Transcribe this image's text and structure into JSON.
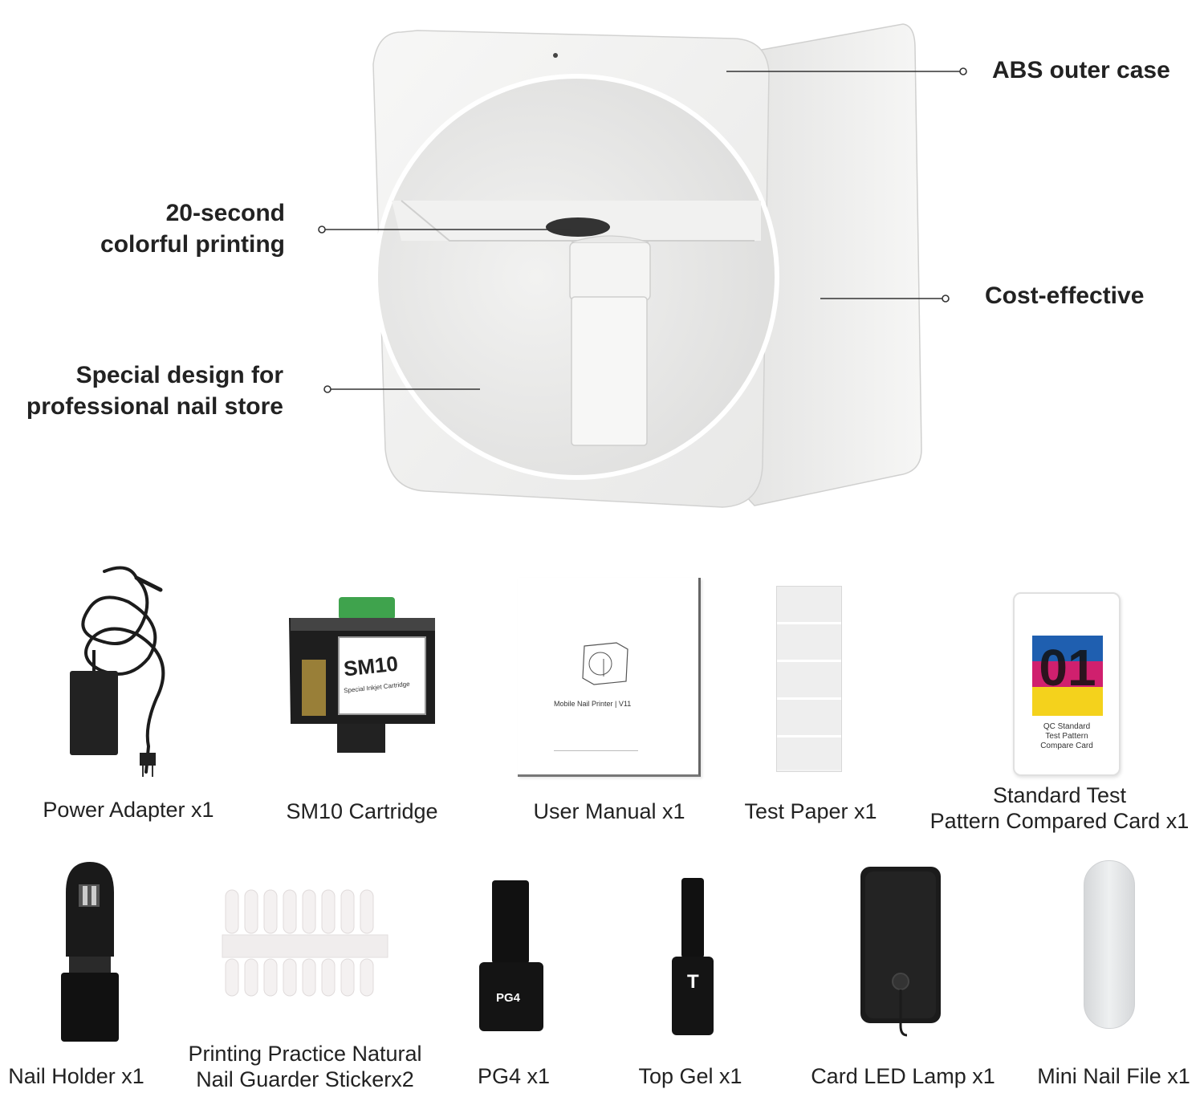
{
  "callouts": {
    "abs_case": "ABS outer case",
    "printing_line1": "20-second",
    "printing_line2": "colorful printing",
    "cost": "Cost-effective",
    "special_line1": "Special design for",
    "special_line2": "professional nail store"
  },
  "product_labels": {
    "cartridge_model": "SM10",
    "cartridge_sub": "Special Inkjet Cartridge",
    "manual_title": "Mobile Nail Printer | V11",
    "card_number": "01",
    "card_text_1": "QC Standard",
    "card_text_2": "Test Pattern",
    "card_text_3": "Compare Card",
    "pg4_label": "PG4",
    "top_gel_label": "T"
  },
  "accessories_row1": [
    {
      "label": "Power Adapter x1"
    },
    {
      "label": "SM10 Cartridge"
    },
    {
      "label": "User Manual x1"
    },
    {
      "label": "Test Paper x1"
    },
    {
      "label_line1": "Standard Test",
      "label_line2": "Pattern Compared Card x1"
    }
  ],
  "accessories_row2": [
    {
      "label": "Nail Holder x1"
    },
    {
      "label_line1": "Printing Practice Natural",
      "label_line2": "Nail Guarder Stickerx2"
    },
    {
      "label": "PG4 x1"
    },
    {
      "label": "Top Gel x1"
    },
    {
      "label": "Card LED Lamp x1"
    },
    {
      "label": "Mini Nail File x1"
    }
  ],
  "colors": {
    "printer_body": "#f0f0ef",
    "printer_shadow": "#d9d9d8",
    "cartridge_green": "#3fa34d",
    "card_blue": "#1f5fb0",
    "card_magenta": "#d0206e",
    "card_yellow": "#f4d21c"
  }
}
